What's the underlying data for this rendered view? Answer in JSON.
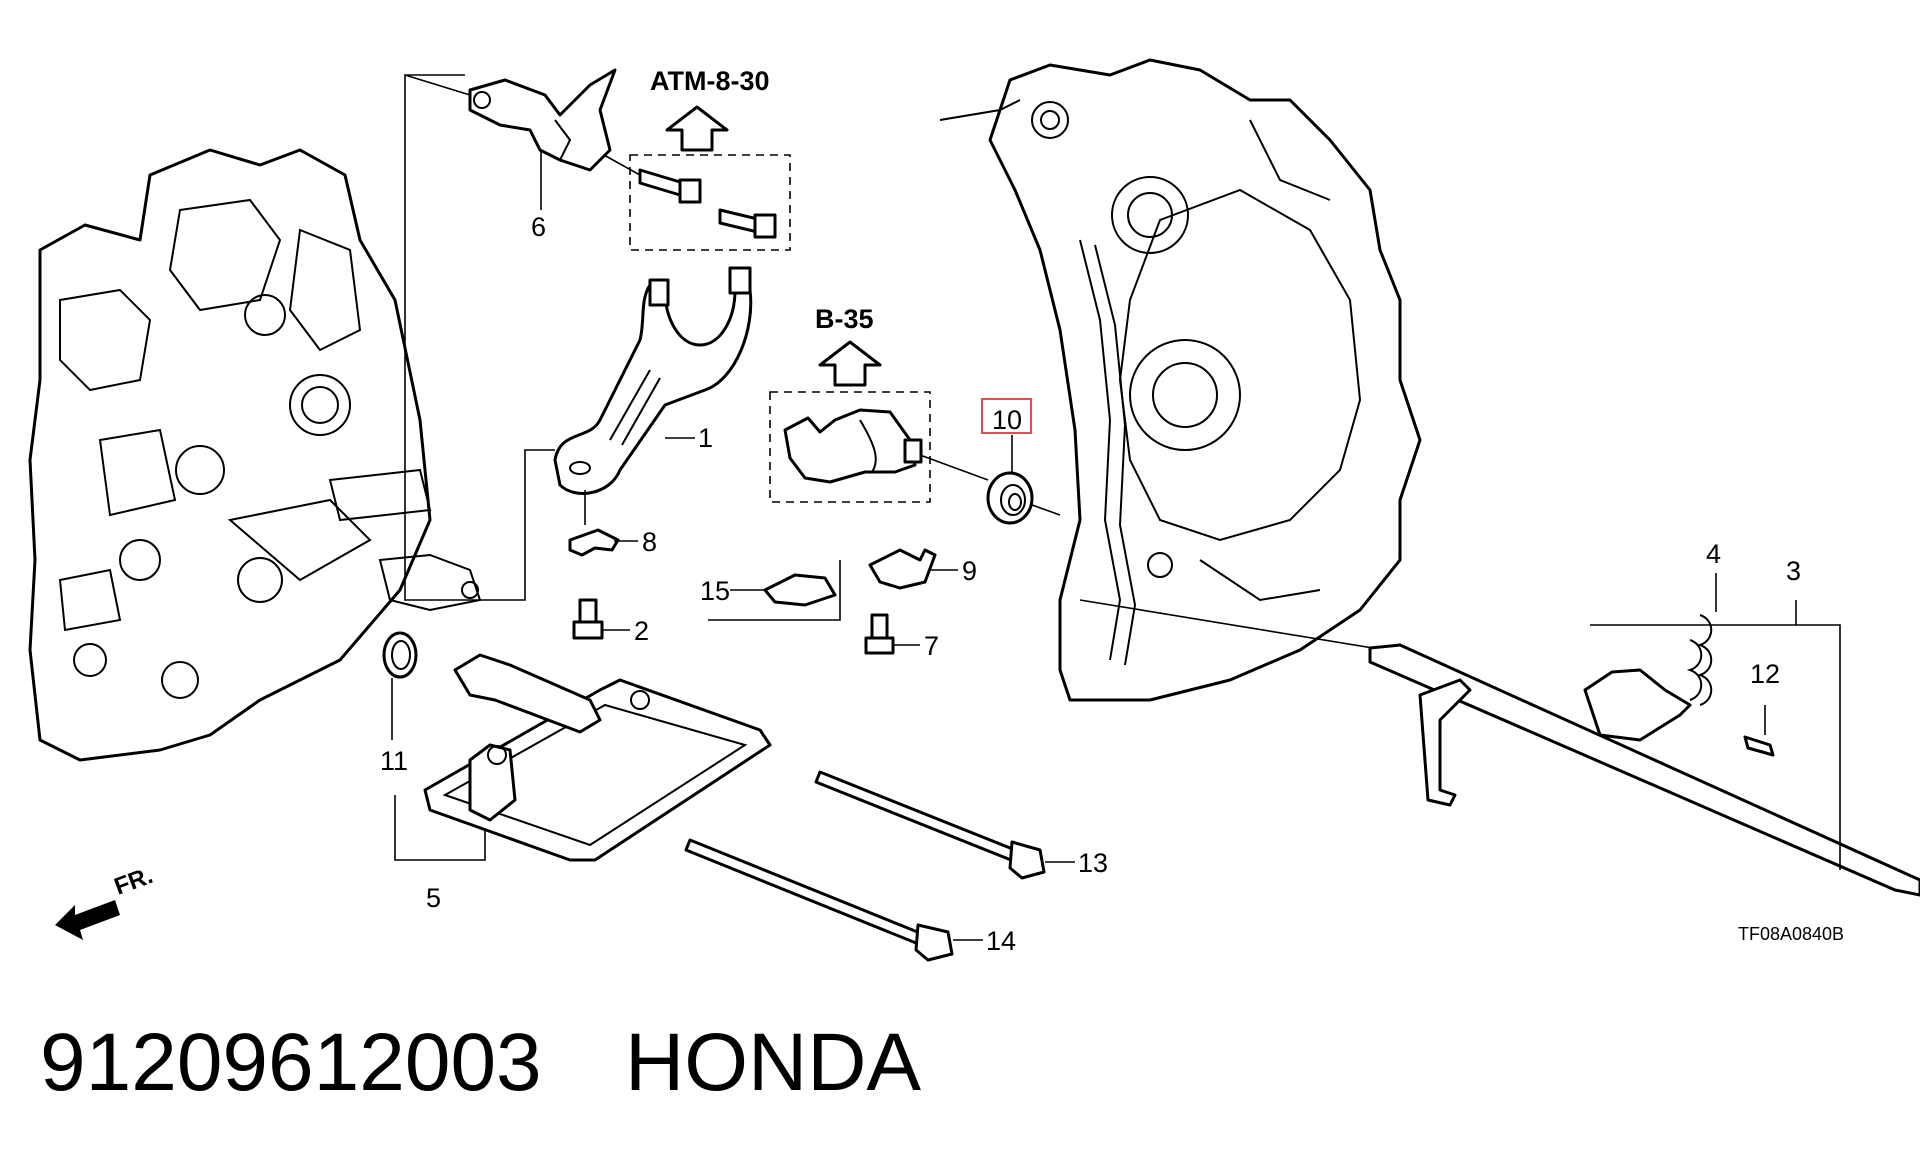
{
  "diagram": {
    "references": {
      "atm": "ATM-8-30",
      "b": "B-35"
    },
    "direction_label": "FR.",
    "drawing_code": "TF08A0840B",
    "highlight_color": "#e05050",
    "callouts": {
      "c1": "1",
      "c2": "2",
      "c3": "3",
      "c4": "4",
      "c5": "5",
      "c6": "6",
      "c7": "7",
      "c8": "8",
      "c9": "9",
      "c10": "10",
      "c11": "11",
      "c12": "12",
      "c13": "13",
      "c14": "14",
      "c15": "15"
    }
  },
  "caption": {
    "part_number": "91209612003",
    "brand": "HONDA"
  }
}
